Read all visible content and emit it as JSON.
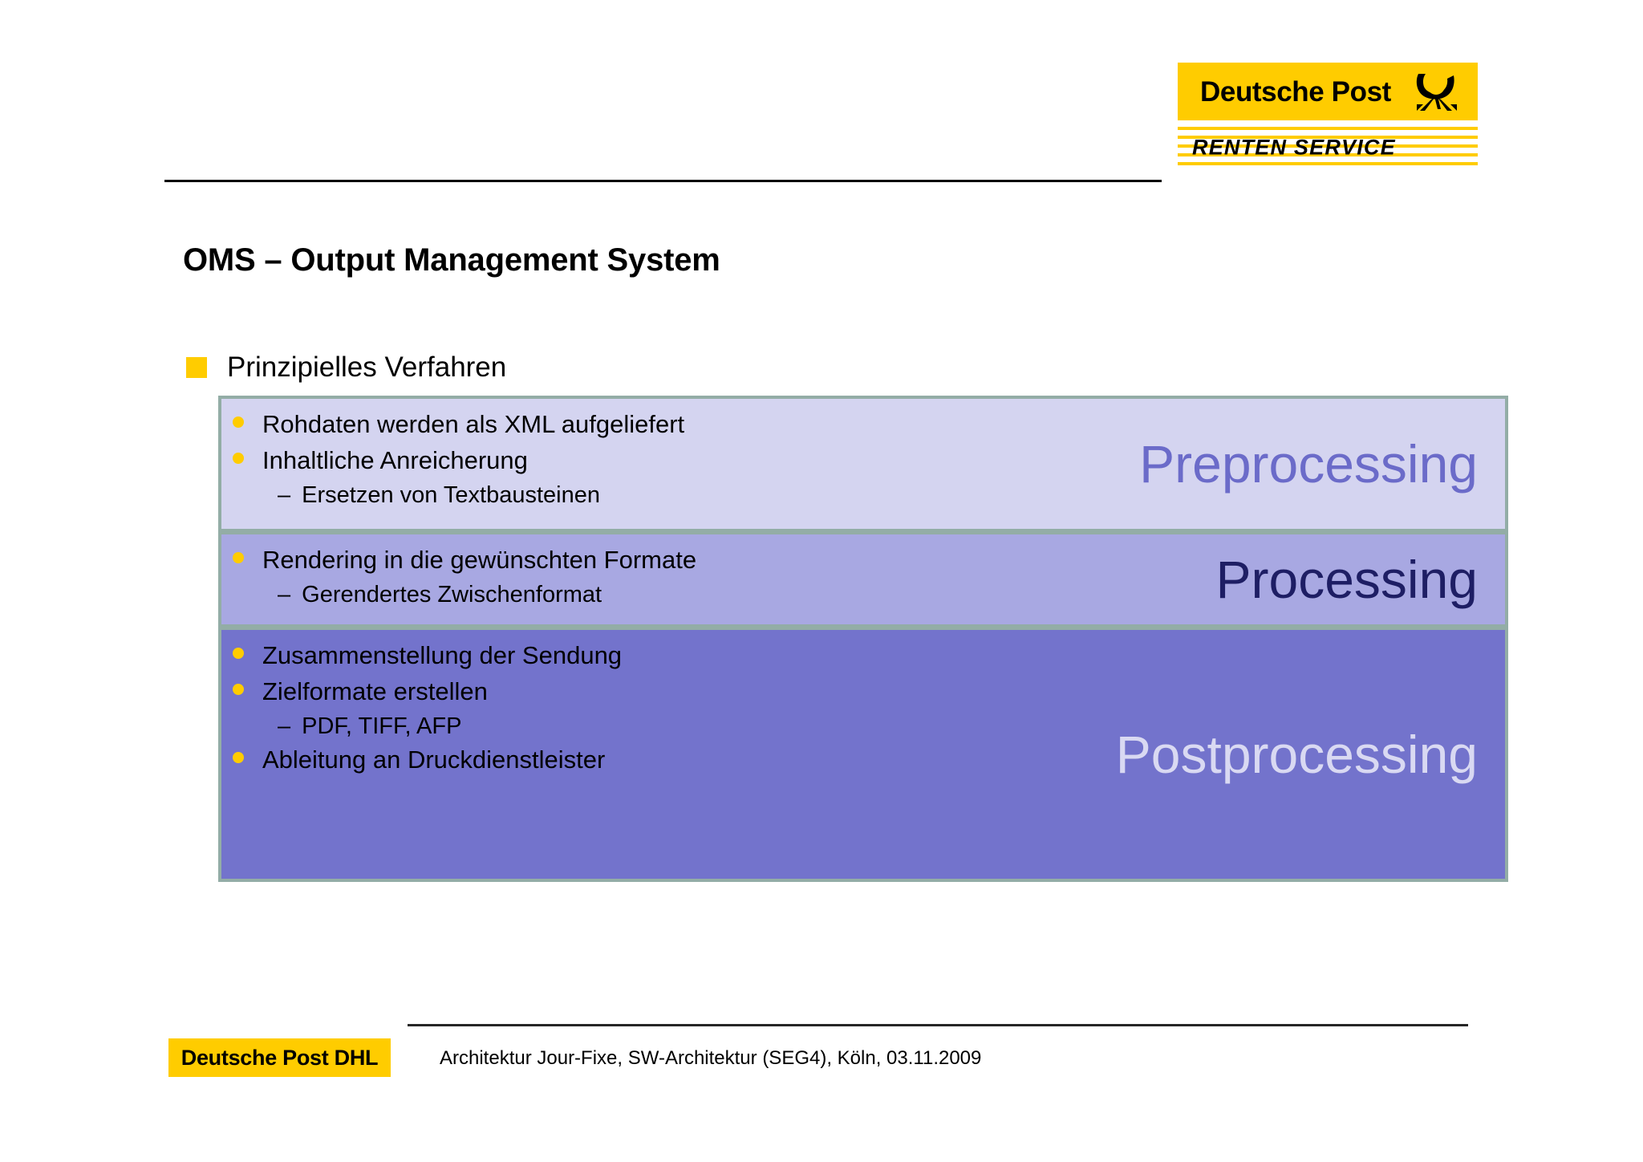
{
  "header": {
    "logo": {
      "wordmark": "Deutsche Post",
      "sub_wordmark": "RENTEN SERVICE",
      "horn_icon_name": "post-horn-icon",
      "brand_yellow": "#FFCC00"
    },
    "rule_color": "#000000"
  },
  "slide": {
    "title": "OMS – Output Management System",
    "lead_bullet": "Prinzipielles Verfahren",
    "lead_bullet_marker_color": "#FFCC00"
  },
  "stages": [
    {
      "label": "Preprocessing",
      "band_color": "#d4d4f0",
      "label_color": "#6b6bc9",
      "items": [
        {
          "level": 1,
          "text": "Rohdaten werden als XML aufgeliefert"
        },
        {
          "level": 1,
          "text": "Inhaltliche Anreicherung"
        },
        {
          "level": 2,
          "dash": "–",
          "text": "Ersetzen von Textbausteinen"
        }
      ]
    },
    {
      "label": "Processing",
      "band_color": "#a8a8e2",
      "label_color": "#1e1e64",
      "items": [
        {
          "level": 1,
          "text": "Rendering in die gewünschten Formate"
        },
        {
          "level": 2,
          "dash": "–",
          "text": "Gerendertes Zwischenformat"
        }
      ]
    },
    {
      "label": "Postprocessing",
      "band_color": "#7373cc",
      "label_color": "#d9d9f2",
      "items": [
        {
          "level": 1,
          "text": "Zusammenstellung der Sendung"
        },
        {
          "level": 1,
          "text": "Zielformate erstellen"
        },
        {
          "level": 2,
          "dash": "–",
          "text": "PDF, TIFF, AFP"
        },
        {
          "level": 1,
          "text": "Ableitung an Druckdienstleister"
        }
      ]
    }
  ],
  "footer": {
    "badge_text": "Deutsche Post DHL",
    "note": "Architektur Jour-Fixe, SW-Architektur (SEG4),  Köln, 03.11.2009",
    "rule_color": "#262626"
  }
}
